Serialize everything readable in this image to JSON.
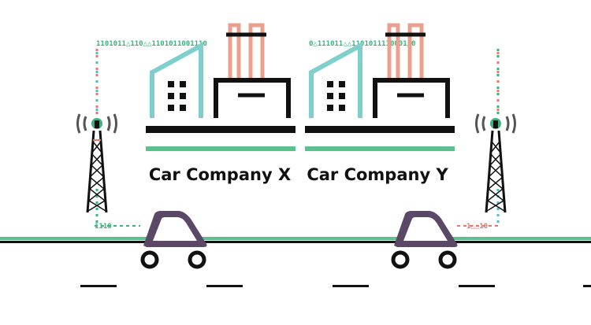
{
  "companies": [
    {
      "label": "Car Company X"
    },
    {
      "label": "Car Company Y"
    }
  ],
  "data_stream": {
    "top_left": "1101011△110△△1101011001110",
    "top_right": "0△111011△△1101011110001△0",
    "bottom_left": "1110",
    "bottom_right": "1△△10",
    "left_vertical": "1□1○△1○□11○0",
    "right_vertical": "□△1○11○△1○□1"
  },
  "colors": {
    "teal": "#7fcfcd",
    "salmon": "#e8a08f",
    "green": "#5cc08f",
    "purple": "#5b4766",
    "ink": "#111111",
    "data_green": "#3fb07d",
    "data_red": "#e07a70",
    "data_teal": "#55b9c0"
  },
  "icons": {
    "factory": "factory-icon",
    "tower": "cell-tower-icon",
    "car": "car-icon"
  }
}
